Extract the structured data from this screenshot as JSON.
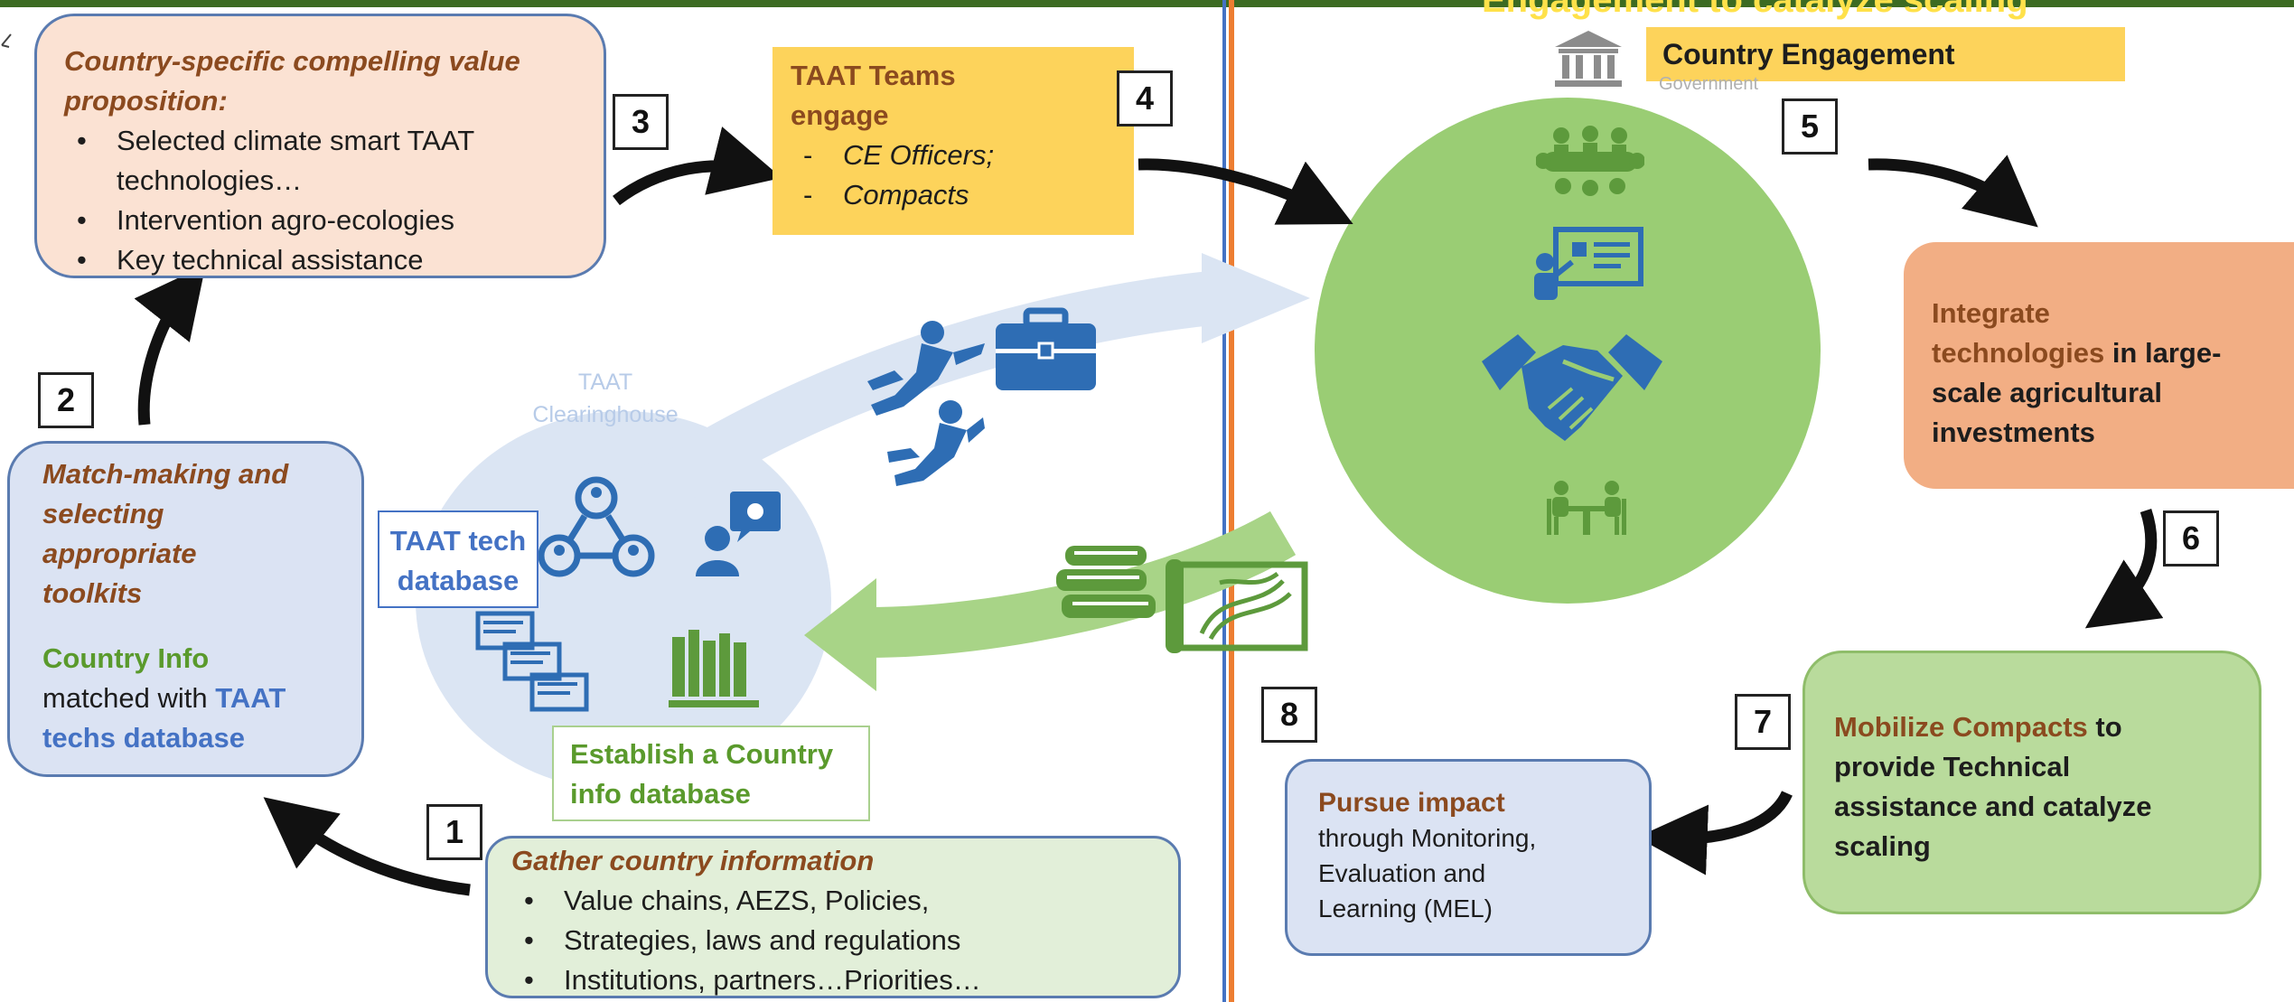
{
  "header": {
    "right_title": "Engagement to catalyze scaling"
  },
  "colors": {
    "peach": "#fbe2d3",
    "yellow": "#fdd35b",
    "light_blue": "#dbe3f3",
    "light_green": "#e2efd9",
    "green_box": "#b9db9c",
    "orange_box": "#f2ae84",
    "big_circle": "#9acd74",
    "divider_blue": "#4472c4",
    "divider_orange": "#ed7d31",
    "header_green": "#3c6b22",
    "arrow": "#111111"
  },
  "steps": [
    {
      "num": "1"
    },
    {
      "num": "2"
    },
    {
      "num": "3"
    },
    {
      "num": "4"
    },
    {
      "num": "5"
    },
    {
      "num": "6"
    },
    {
      "num": "7"
    },
    {
      "num": "8"
    }
  ],
  "box3": {
    "title_line1": "Country-specific compelling value",
    "title_line2": "proposition:",
    "items": [
      "Selected climate smart TAAT",
      "technologies…",
      "Intervention agro-ecologies",
      "Key technical assistance"
    ]
  },
  "box4": {
    "title_line1": "TAAT Teams",
    "title_line2": "engage",
    "items": [
      "CE Officers;",
      "Compacts"
    ]
  },
  "box2": {
    "title_lines": [
      "Match-making and",
      "selecting",
      "appropriate",
      "toolkits"
    ],
    "country_info": "Country Info",
    "matched_with": "matched with",
    "taat": "TAAT",
    "techs_database": "techs database"
  },
  "clearinghouse": {
    "line1": "TAAT",
    "line2": "Clearinghouse"
  },
  "tech_db": {
    "line1": "TAAT tech",
    "line2": "database"
  },
  "establish": {
    "line1": "Establish a Country",
    "line2": "info database"
  },
  "box1": {
    "title": "Gather country information",
    "items": [
      "Value chains, AEZS, Policies,",
      "Strategies, laws and regulations",
      "Institutions, partners…Priorities…"
    ]
  },
  "country_engagement": {
    "label": "Country Engagement",
    "government": "Government"
  },
  "box_integrate": {
    "line1": "Integrate",
    "line2a": "technologies",
    "line2b": " in large-",
    "line3": "scale agricultural",
    "line4": "investments"
  },
  "box7": {
    "mobilize": "Mobilize Compacts",
    "to": " to",
    "line2": "provide Technical",
    "line3": "assistance and catalyze",
    "line4": "scaling"
  },
  "box8": {
    "title": "Pursue impact",
    "line2": "through Monitoring,",
    "line3": "Evaluation and",
    "line4": "Learning (MEL)"
  },
  "icons": [
    "government-building-icon",
    "meeting-table-icon",
    "presentation-icon",
    "handshake-icon",
    "people-at-table-icon",
    "superhero-icon",
    "briefcase-icon",
    "books-icon",
    "map-icon",
    "network-icon",
    "idea-person-icon",
    "documents-icon",
    "library-icon"
  ]
}
